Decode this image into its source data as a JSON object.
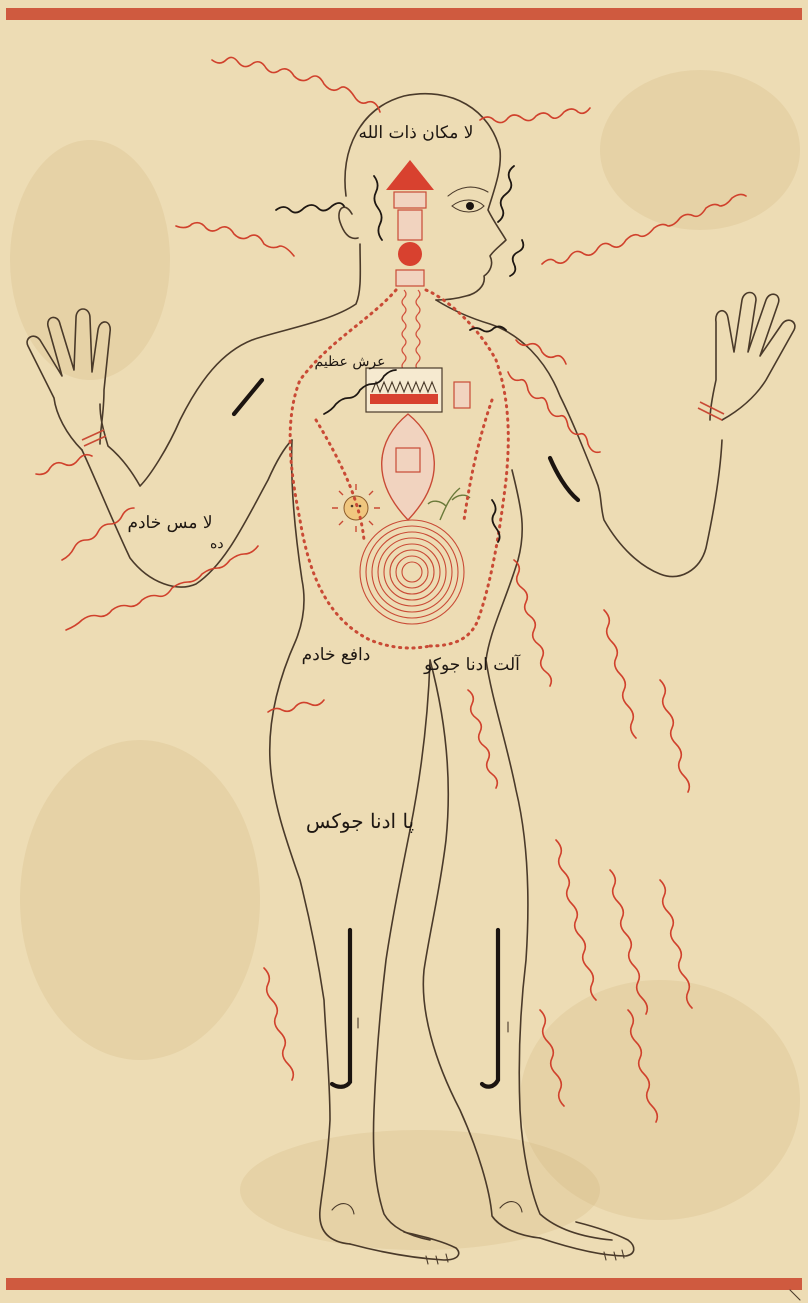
{
  "illustration": {
    "subject": "human-figure-diagram",
    "palette": {
      "paper": "#eddcb4",
      "border": "#cf5a3f",
      "red_ink": "#d0412c",
      "black_ink": "#1e1712"
    }
  },
  "inscriptions": {
    "crown": "لا مکان ذات الله",
    "torso_throne": "عرش عظیم",
    "right_arm": "لا مس خادم",
    "abdomen": "دافع خادم",
    "pelvis": "آلت ادنا جوکو",
    "thigh": "پا ادنا جوکس",
    "number_mark": "ده"
  }
}
